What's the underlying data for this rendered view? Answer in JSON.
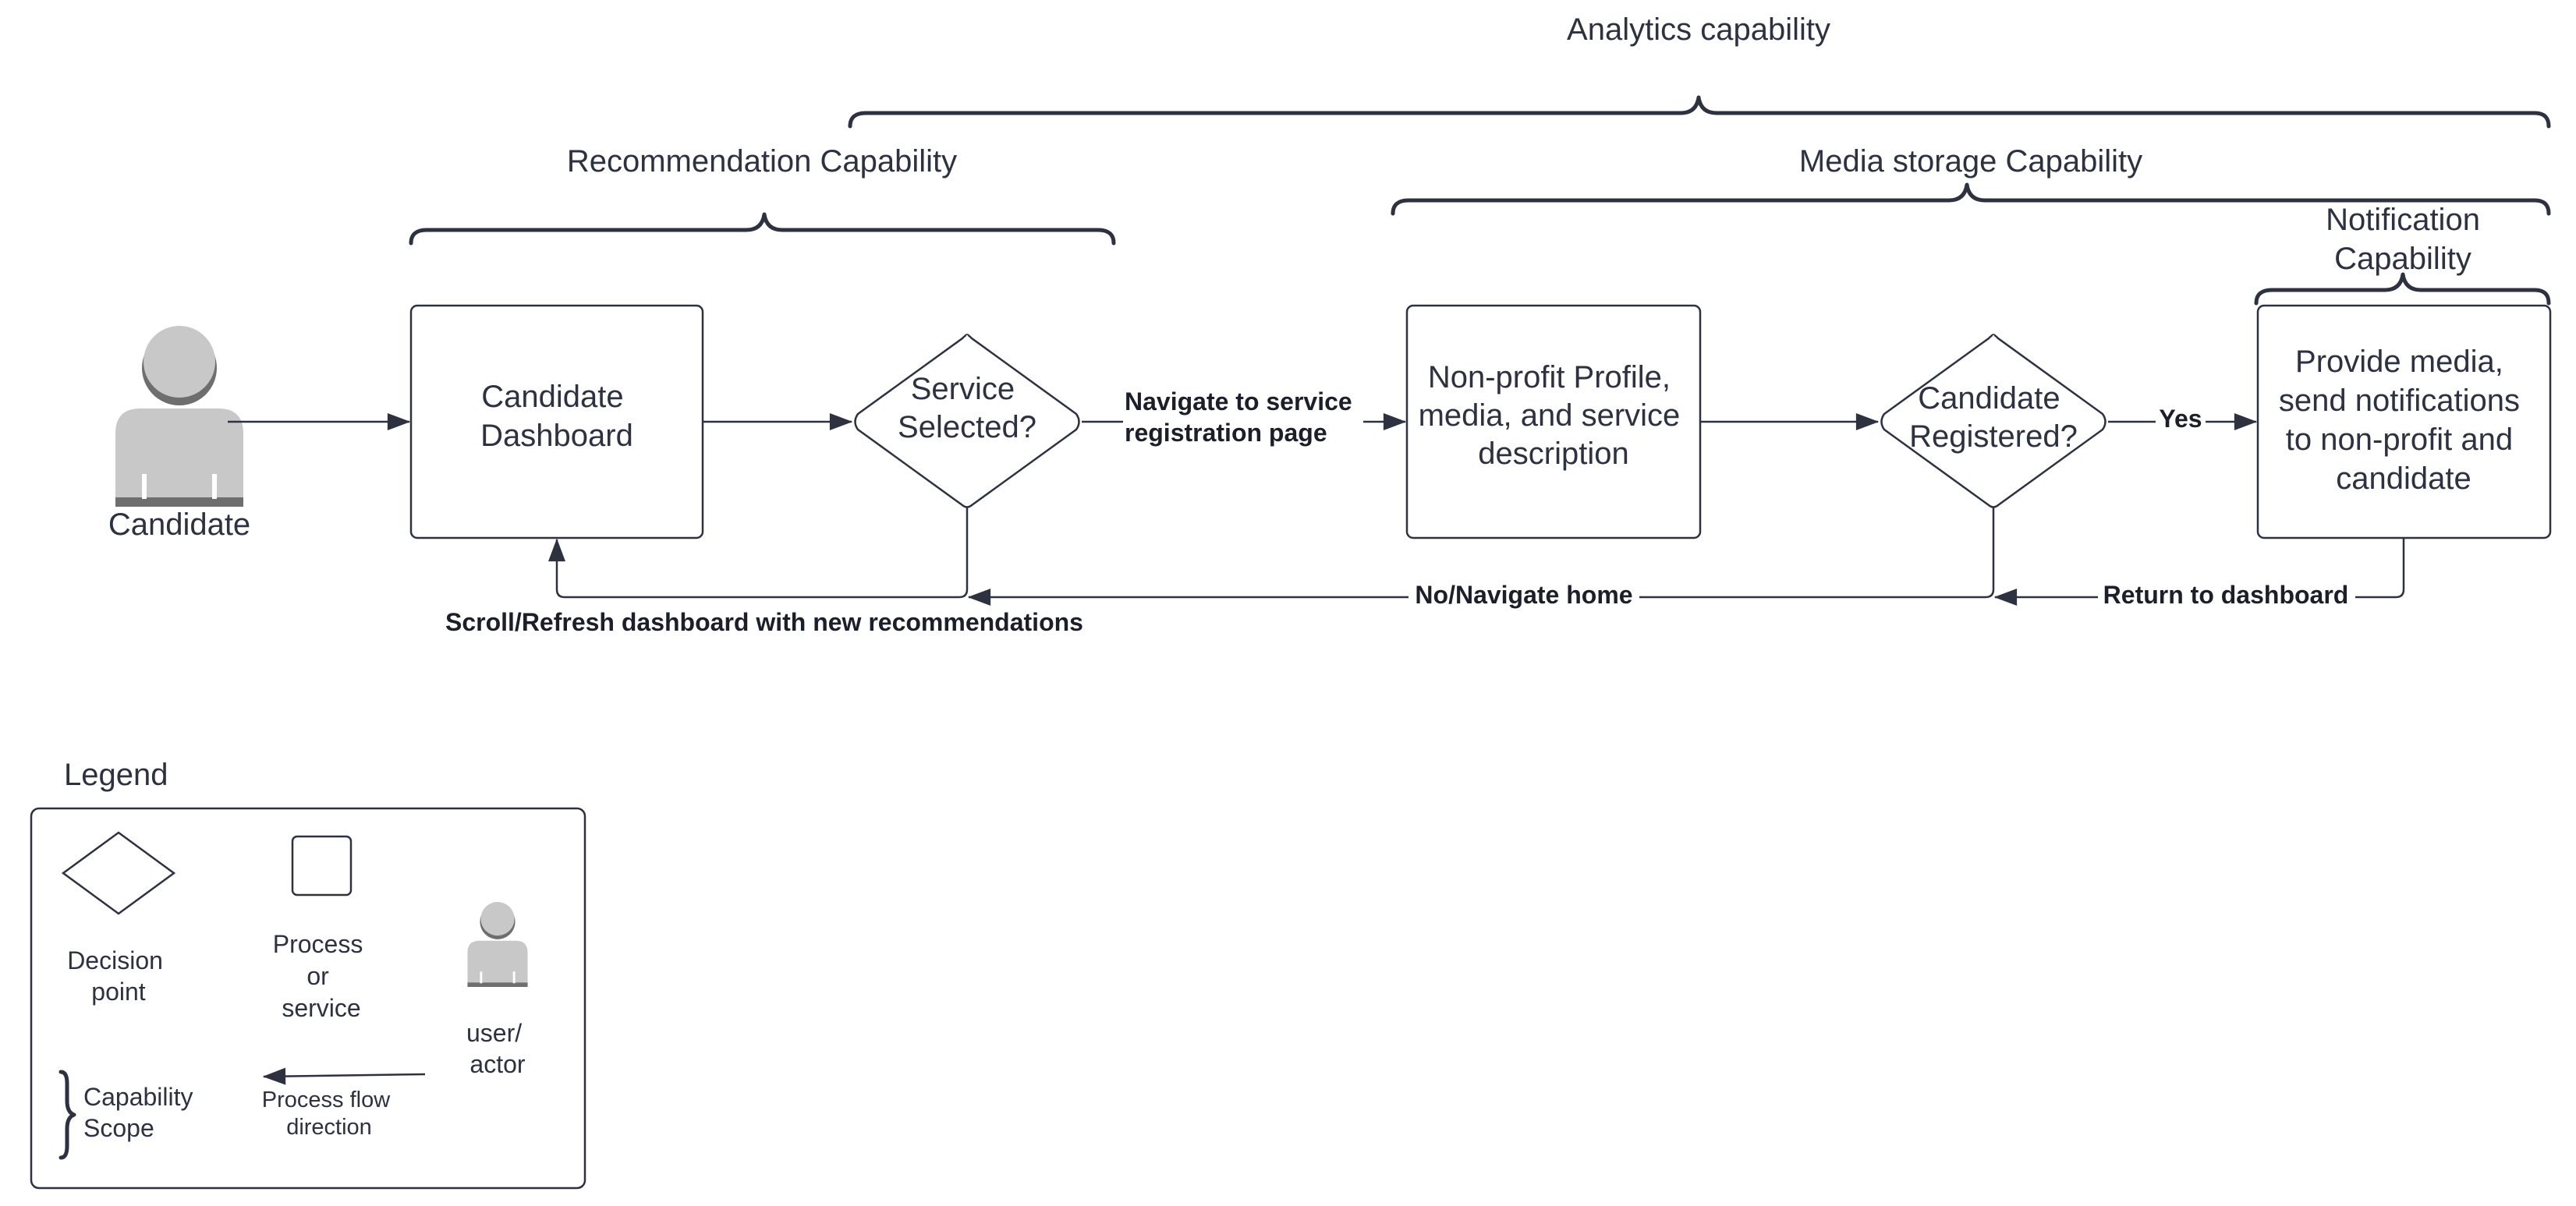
{
  "capabilities": {
    "analytics": "Analytics capability",
    "recommendation": "Recommendation Capability",
    "media_storage": "Media storage Capability",
    "notification_line1": "Notification",
    "notification_line2": "Capability"
  },
  "actor": {
    "label": "Candidate"
  },
  "nodes": {
    "dashboard": [
      "Candidate",
      "Dashboard"
    ],
    "service_selected": [
      "Service",
      "Selected?"
    ],
    "nonprofit": [
      "Non-profit Profile,",
      "media, and service",
      "description"
    ],
    "candidate_registered": [
      "Candidate",
      "Registered?"
    ],
    "provide_media": [
      "Provide media,",
      "send notifications",
      "to non-profit and",
      "candidate"
    ]
  },
  "edges": {
    "navigate": [
      "Navigate to service",
      "registration page"
    ],
    "yes": "Yes",
    "scroll": "Scroll/Refresh dashboard with new recommendations",
    "no_home": "No/Navigate home",
    "return": "Return to dashboard"
  },
  "legend": {
    "title": "Legend",
    "decision": [
      "Decision",
      "point"
    ],
    "process": [
      "Process",
      "or",
      "service"
    ],
    "actor": [
      "user/",
      "actor"
    ],
    "scope": [
      "Capability",
      "Scope"
    ],
    "flow": [
      "Process flow",
      "direction"
    ]
  },
  "colors": {
    "stroke": "#2d3140",
    "actor_fill": "#c8c8c8",
    "actor_shadow": "#6e6e6e"
  }
}
